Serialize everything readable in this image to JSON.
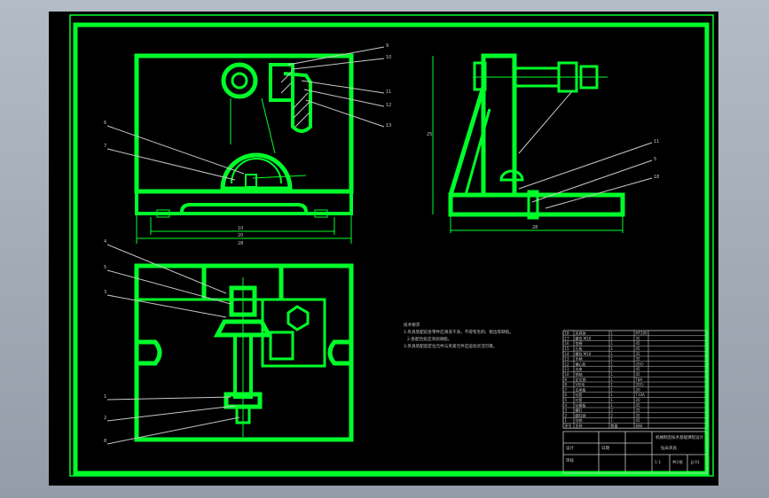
{
  "drawing": {
    "line_color": "#00ff2a",
    "hatch_color": "#c8c8c8",
    "paper_color": "#000000",
    "frame_gray": "#a7b0bb"
  },
  "dimensions": {
    "front_inner": "10",
    "front_width": "20",
    "front_overall": "28",
    "side_width": "28",
    "side_height": "25"
  },
  "balloons": {
    "front_right": [
      "9",
      "10",
      "11",
      "12",
      "13"
    ],
    "front_left": [
      "6",
      "7"
    ],
    "top_left": [
      "4",
      "5",
      "3",
      "1",
      "2",
      "8"
    ],
    "side_right": [
      "11",
      "5",
      "18"
    ]
  },
  "notes": {
    "heading": "技术要求",
    "lines": [
      "1.夹具装配前各零件应清洗干净，不得有毛刺、锐边等缺陷。",
      "2.各配合处应涂润滑脂。",
      "3.夹具装配后定位元件与夹紧元件应运动灵活可靠。"
    ]
  },
  "bom": {
    "rows": [
      [
        "18",
        "夹具体",
        "1",
        "HT200"
      ],
      [
        "17",
        "螺母 M10",
        "1",
        "35"
      ],
      [
        "16",
        "垫圈",
        "1",
        "45"
      ],
      [
        "15",
        "压板",
        "1",
        "45"
      ],
      [
        "14",
        "螺栓 M10",
        "1",
        "35"
      ],
      [
        "13",
        "手柄",
        "1",
        "35"
      ],
      [
        "12",
        "偏心轮",
        "1",
        "20Cr"
      ],
      [
        "11",
        "支座",
        "1",
        "45"
      ],
      [
        "10",
        "销轴",
        "1",
        "45"
      ],
      [
        "9",
        "定位销",
        "1",
        "T8A"
      ],
      [
        "8",
        "V形块",
        "1",
        "20Cr"
      ],
      [
        "7",
        "支承板",
        "1",
        "20"
      ],
      [
        "6",
        "钻套",
        "1",
        "T10A"
      ],
      [
        "5",
        "衬套",
        "1",
        "20"
      ],
      [
        "4",
        "钻模板",
        "1",
        "45"
      ],
      [
        "3",
        "螺钉",
        "2",
        "35"
      ],
      [
        "2",
        "圆柱销",
        "2",
        "35"
      ],
      [
        "1",
        "挡销",
        "1",
        "45"
      ]
    ],
    "header": [
      "序号",
      "名称",
      "数量",
      "材料"
    ]
  },
  "title_block": {
    "school": "机械制造技术基础课程设计",
    "title": "钻床夹具",
    "drawing_no": "JJ-01",
    "scale": "1:1",
    "sheet": "共1张",
    "designer": "设计",
    "checker": "审核",
    "date": "日期"
  }
}
